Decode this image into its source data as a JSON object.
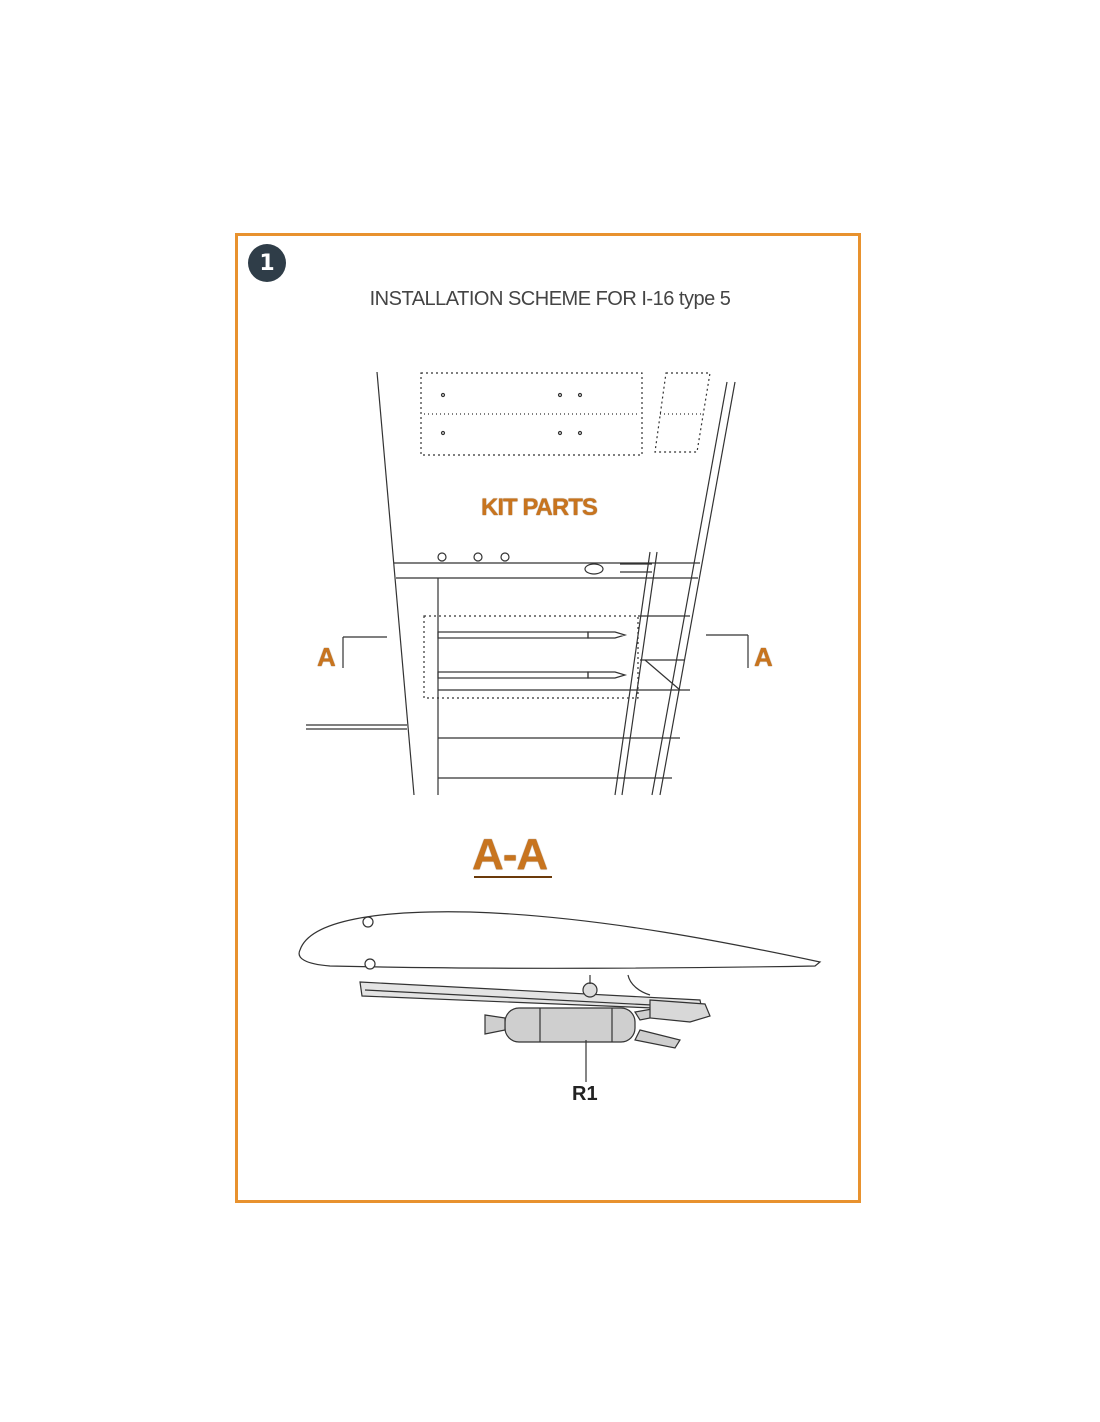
{
  "step": {
    "number": "1"
  },
  "title": "INSTALLATION SCHEME FOR I-16 type 5",
  "kit_label": "KIT PARTS",
  "section_marks": {
    "left": "A",
    "right": "A"
  },
  "section_view_title": "A-A",
  "part_callout": "R1",
  "colors": {
    "frame": "#e8922e",
    "label_orange": "#c8741e",
    "badge": "#2f3d48",
    "line": "#333333",
    "fill_gray": "#cfcfcf"
  }
}
